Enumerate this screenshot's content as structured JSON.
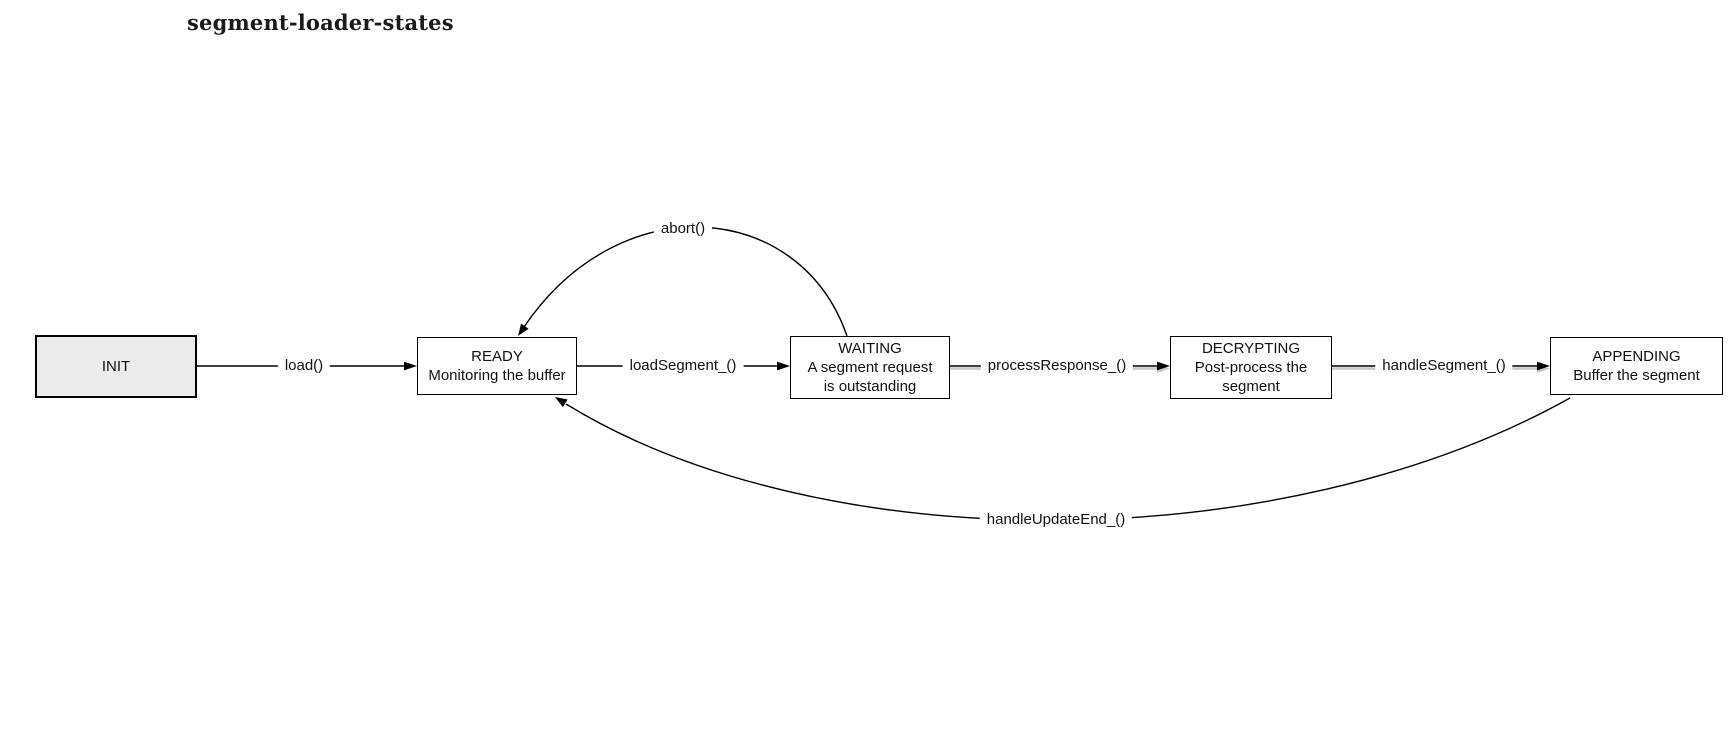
{
  "title": "segment-loader-states",
  "colors": {
    "background": "#ffffff",
    "init_state_fill": "#ebebeb",
    "state_fill": "#ffffff",
    "line": "#000000",
    "line_shadow": "#c9c9c9",
    "text": "#111111"
  },
  "diagram": {
    "states": [
      {
        "name": "INIT",
        "desc_lines": []
      },
      {
        "name": "READY",
        "desc_lines": [
          "Monitoring the buffer"
        ]
      },
      {
        "name": "WAITING",
        "desc_lines": [
          "A segment request",
          "is outstanding"
        ]
      },
      {
        "name": "DECRYPTING",
        "desc_lines": [
          "Post-process the",
          "segment"
        ]
      },
      {
        "name": "APPENDING",
        "desc_lines": [
          "Buffer the segment"
        ]
      }
    ],
    "transitions": [
      {
        "label": "load()",
        "from": "INIT",
        "to": "READY"
      },
      {
        "label": "loadSegment_()",
        "from": "READY",
        "to": "WAITING"
      },
      {
        "label": "processResponse_()",
        "from": "WAITING",
        "to": "DECRYPTING"
      },
      {
        "label": "handleSegment_()",
        "from": "DECRYPTING",
        "to": "APPENDING"
      },
      {
        "label": "abort()",
        "from": "WAITING",
        "to": "READY"
      },
      {
        "label": "handleUpdateEnd_()",
        "from": "APPENDING",
        "to": "READY"
      }
    ]
  }
}
